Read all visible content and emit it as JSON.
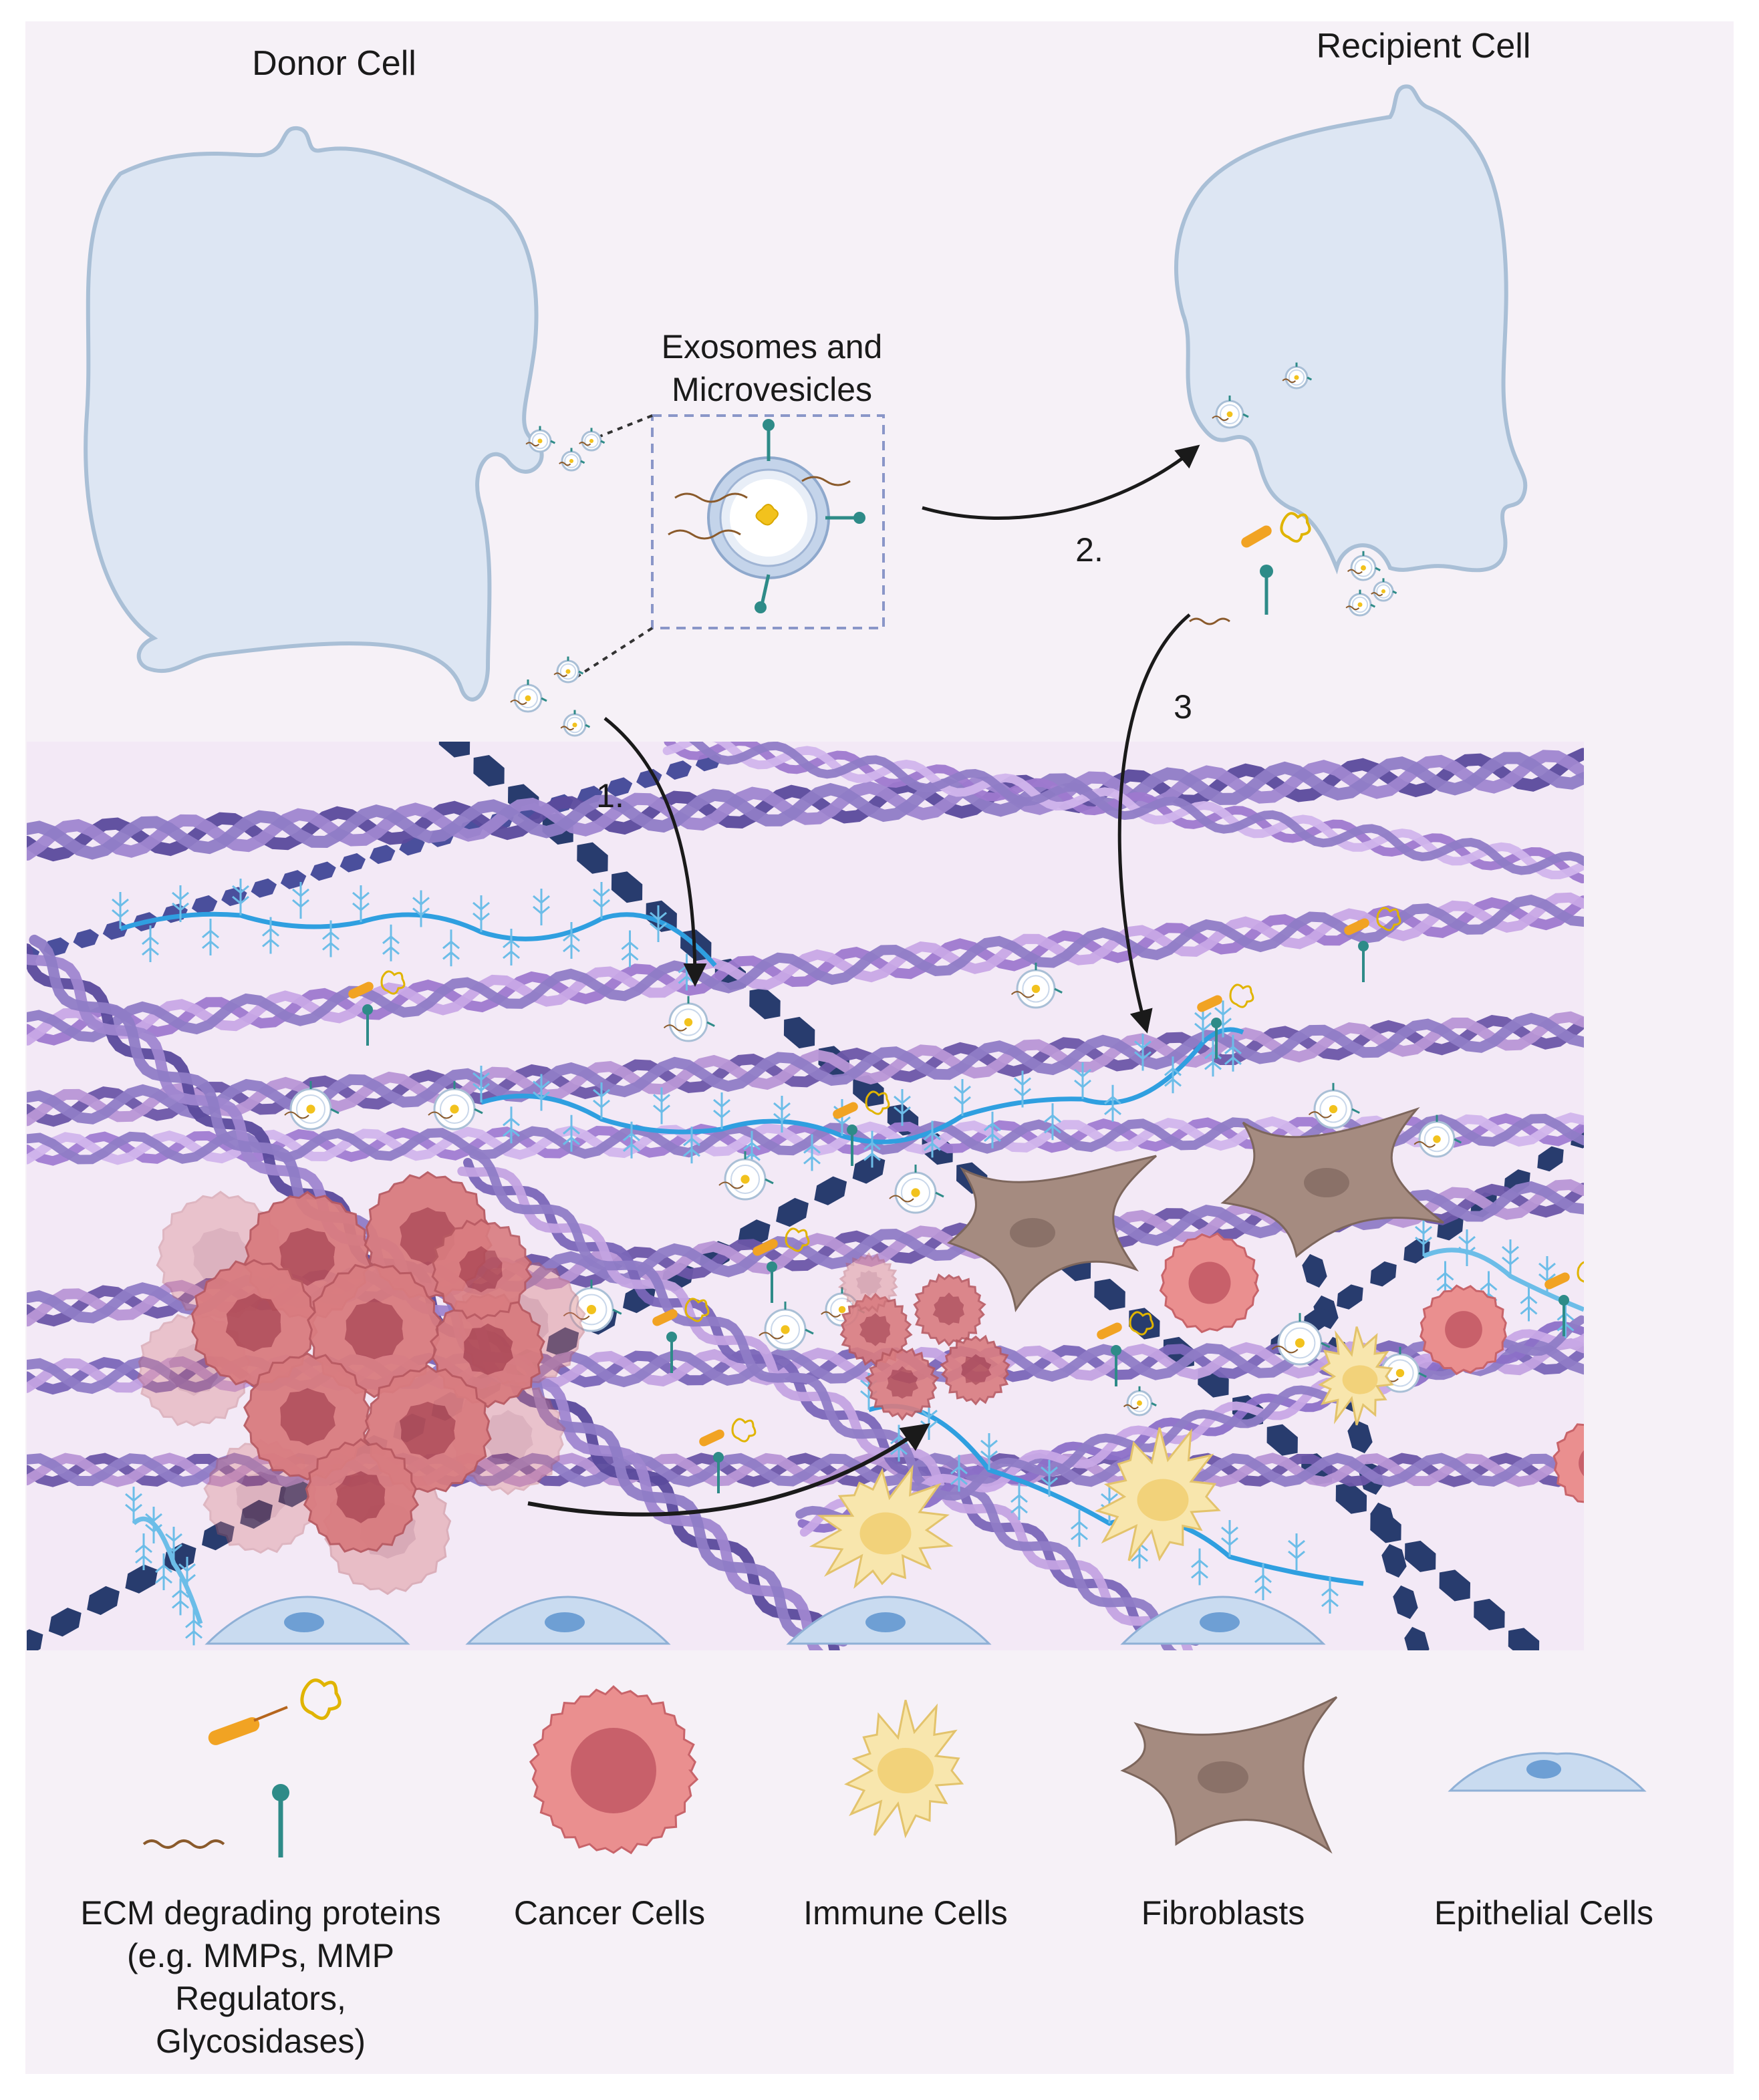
{
  "labels": {
    "donor_cell": "Donor Cell",
    "recipient_cell": "Recipient Cell",
    "ev_line1": "Exosomes and",
    "ev_line2": "Microvesicles",
    "step1": "1.",
    "step2": "2.",
    "step3": "3"
  },
  "legend": [
    {
      "key": "ecm",
      "lines": [
        "ECM degrading proteins",
        "(e.g. MMPs, MMP",
        "Regulators,",
        "Glycosidases)"
      ]
    },
    {
      "key": "cancer",
      "lines": [
        "Cancer Cells"
      ]
    },
    {
      "key": "immune",
      "lines": [
        "Immune Cells"
      ]
    },
    {
      "key": "fibro",
      "lines": [
        "Fibroblasts"
      ]
    },
    {
      "key": "epi",
      "lines": [
        "Epithelial Cells"
      ]
    }
  ],
  "colors": {
    "background": "#f6f1f7",
    "cell_fill": "#dde6f3",
    "cell_stroke": "#a9bfd6",
    "collagen_dark": "#6b56a8",
    "collagen_light": "#b896d6",
    "hexchain": "#283c6e",
    "hexchain_light": "#4a4f9c",
    "glycan": "#2f9fe0",
    "cancer": "#e88a8a",
    "cancer_dark": "#b9525c",
    "immune": "#f7e3a4",
    "fibroblast": "#a58b80",
    "epithelial": "#c9dbf0",
    "arrow": "#1a1a1a"
  }
}
